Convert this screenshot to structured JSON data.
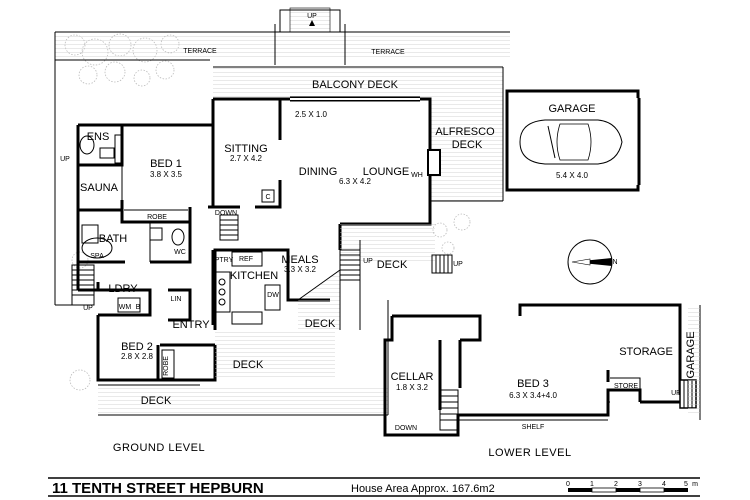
{
  "rooms": {
    "terrace_left": "TERRACE",
    "terrace_right": "TERRACE",
    "balcony": "BALCONY DECK",
    "garage_upper": "GARAGE",
    "garage_upper_dim": "5.4 X 4.0",
    "alfresco_line1": "ALFRESCO",
    "alfresco_line2": "DECK",
    "ens": "ENS",
    "bed1": "BED 1",
    "bed1_dim": "3.8 X 3.5",
    "sauna": "SAUNA",
    "robe1": "ROBE",
    "bath": "BATH",
    "spa": "SPA",
    "wc": "WC",
    "sitting": "SITTING",
    "sitting_dim": "2.7 X 4.2",
    "c": "C",
    "top_dim": "2.5 X 1.0",
    "dining": "DINING",
    "lounge": "LOUNGE",
    "lounge_dim": "6.3 X 4.2",
    "wh": "WH",
    "ptry": "PTRY",
    "ref": "REF",
    "kitchen": "KITCHEN",
    "dw": "DW",
    "meals": "MEALS",
    "meals_dim": "3.3 X 3.2",
    "ldry": "LDRY",
    "wm": "WM",
    "b": "B",
    "lin": "LIN",
    "entry": "ENTRY",
    "bed2": "BED 2",
    "bed2_dim": "2.8 X 2.8",
    "robe2": "ROBE",
    "deck_right": "DECK",
    "deck_mid": "DECK",
    "deck_lower": "DECK",
    "deck_bottom": "DECK",
    "cellar": "CELLAR",
    "cellar_dim": "1.8 X 3.2",
    "bed3": "BED 3",
    "bed3_dim": "6.3 X 3.4+4.0",
    "storage": "STORAGE",
    "store": "STORE",
    "shelf": "SHELF",
    "garage_lower": "GARAGE"
  },
  "stairs": {
    "up_top": "UP",
    "up_left": "UP",
    "up_mid": "UP",
    "up_right": "UP",
    "up_bottomleft": "UP",
    "up_lower": "UP",
    "down_sitting": "DOWN",
    "down_cellar": "DOWN"
  },
  "levels": {
    "ground": "GROUND LEVEL",
    "lower": "LOWER LEVEL"
  },
  "footer": {
    "title": "11 TENTH STREET HEPBURN",
    "area": "House Area Approx.  167.6m2"
  },
  "scale": {
    "ticks": [
      "0",
      "1",
      "2",
      "3",
      "4",
      "5"
    ],
    "unit": "m"
  },
  "compass": {
    "north": "N"
  }
}
